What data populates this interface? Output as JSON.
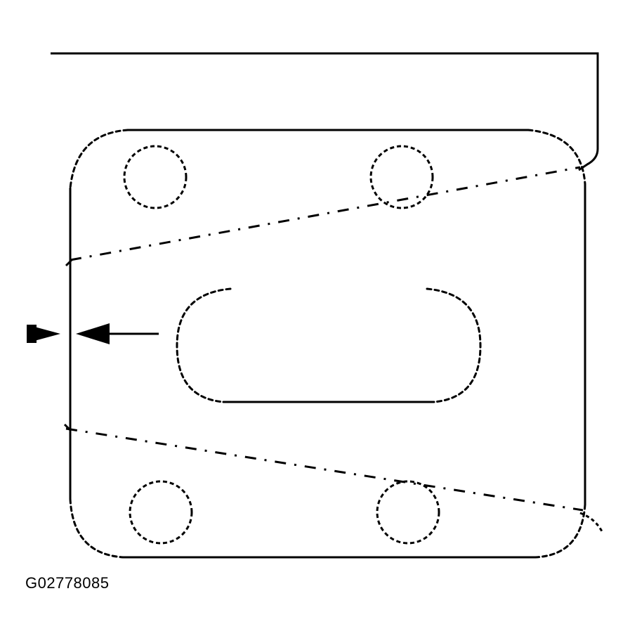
{
  "figure": {
    "id_label": "G02778085"
  },
  "colors": {
    "ink": "#000000",
    "background": "#ffffff"
  },
  "parts": [
    "gasket-outline",
    "bolt-hole-top-left",
    "bolt-hole-top-right",
    "bolt-hole-bottom-left",
    "bolt-hole-bottom-right",
    "exhaust-port-opening",
    "direction-arrow"
  ]
}
